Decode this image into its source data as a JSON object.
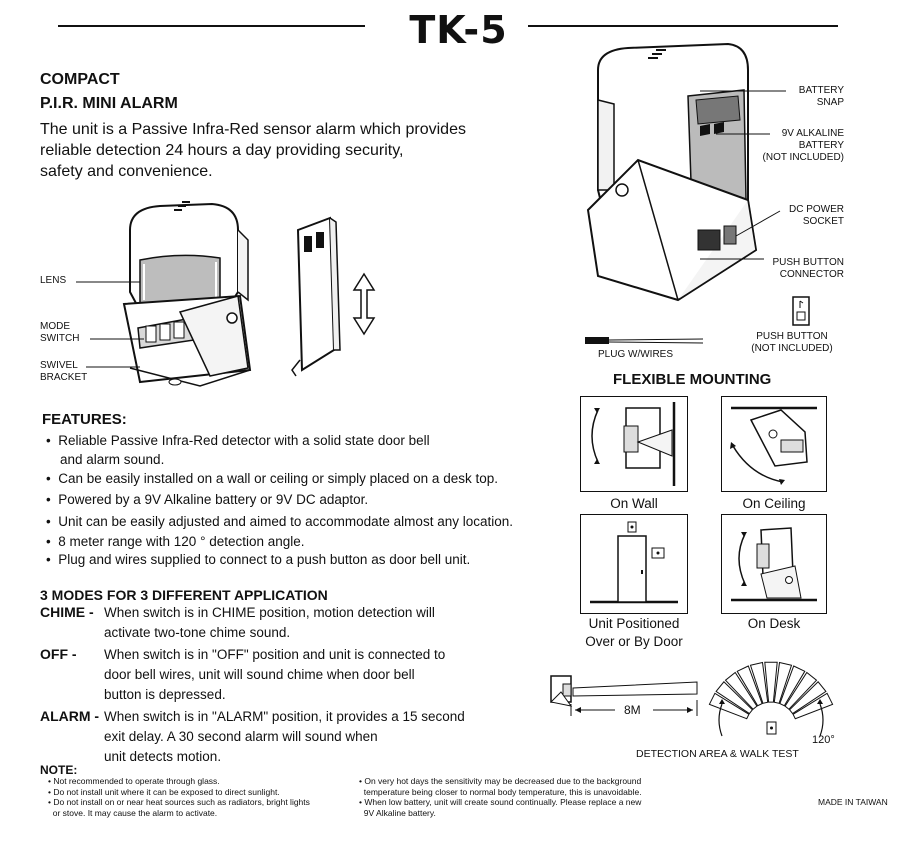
{
  "title": "TK-5",
  "heading": {
    "line1": "COMPACT",
    "line2": "P.I.R. MINI ALARM"
  },
  "intro": [
    "The unit is a Passive Infra-Red sensor alarm which provides",
    "reliable detection 24 hours a day providing security,",
    "safety and convenience."
  ],
  "left_diagram": {
    "labels": {
      "lens": "LENS",
      "mode_switch": [
        "MODE",
        "SWITCH"
      ],
      "swivel_bracket": [
        "SWIVEL",
        "BRACKET"
      ]
    }
  },
  "right_diagram": {
    "labels": {
      "battery_snap": [
        "BATTERY",
        "SNAP"
      ],
      "battery": [
        "9V ALKALINE",
        "BATTERY",
        "(NOT INCLUDED)"
      ],
      "dc_socket": [
        "DC POWER",
        "SOCKET"
      ],
      "push_connector": [
        "PUSH BUTTON",
        "CONNECTOR"
      ],
      "push_button": [
        "PUSH BUTTON",
        "(NOT INCLUDED)"
      ],
      "plug": "PLUG W/WIRES"
    }
  },
  "features": {
    "heading": "FEATURES:",
    "items": [
      [
        "Reliable Passive Infra-Red detector with a solid state door bell",
        "and alarm sound."
      ],
      [
        "Can be easily installed on a wall or ceiling or simply placed on a desk top."
      ],
      [
        "Powered by a 9V Alkaline battery or 9V DC adaptor."
      ],
      [
        "Unit can be easily adjusted and aimed to accommodate almost any location."
      ],
      [
        "8 meter range with 120 ° detection angle."
      ],
      [
        "Plug and wires supplied to connect to a push button as door bell unit."
      ]
    ]
  },
  "modes": {
    "heading": "3 MODES FOR 3 DIFFERENT APPLICATION",
    "items": [
      {
        "name": "CHIME -",
        "lines": [
          "When switch is in CHIME position, motion detection will",
          "activate two-tone chime sound."
        ]
      },
      {
        "name": "OFF -",
        "lines": [
          "When switch is in \"OFF\" position and unit is connected to",
          "door bell wires, unit will sound chime when door bell",
          "button is depressed."
        ]
      },
      {
        "name": "ALARM -",
        "lines": [
          "When switch is in \"ALARM\" position, it provides a 15 second",
          "exit delay. A 30 second alarm will sound when",
          "unit detects motion."
        ]
      }
    ]
  },
  "mounting": {
    "heading": "FLEXIBLE MOUNTING",
    "captions": {
      "wall": "On Wall",
      "ceiling": "On Ceiling",
      "door": [
        "Unit Positioned",
        "Over or By Door"
      ],
      "desk": "On Desk"
    }
  },
  "detection": {
    "range": "8M",
    "angle": "120°",
    "caption": "DETECTION AREA & WALK TEST"
  },
  "note": {
    "heading": "NOTE:",
    "col1": [
      "Not recommended to operate through glass.",
      "Do not install unit where it can be exposed to direct sunlight.",
      [
        "Do not install on or near heat sources such as radiators, bright lights",
        "or stove. It may cause the alarm to activate."
      ]
    ],
    "col2": [
      [
        "On very hot days the sensitivity may be decreased due to the background",
        "temperature being closer to normal body temperature, this is unavoidable."
      ],
      [
        "When low battery, unit will create sound continually. Please replace a new",
        "9V Alkaline battery."
      ]
    ]
  },
  "footer": "MADE IN TAIWAN"
}
